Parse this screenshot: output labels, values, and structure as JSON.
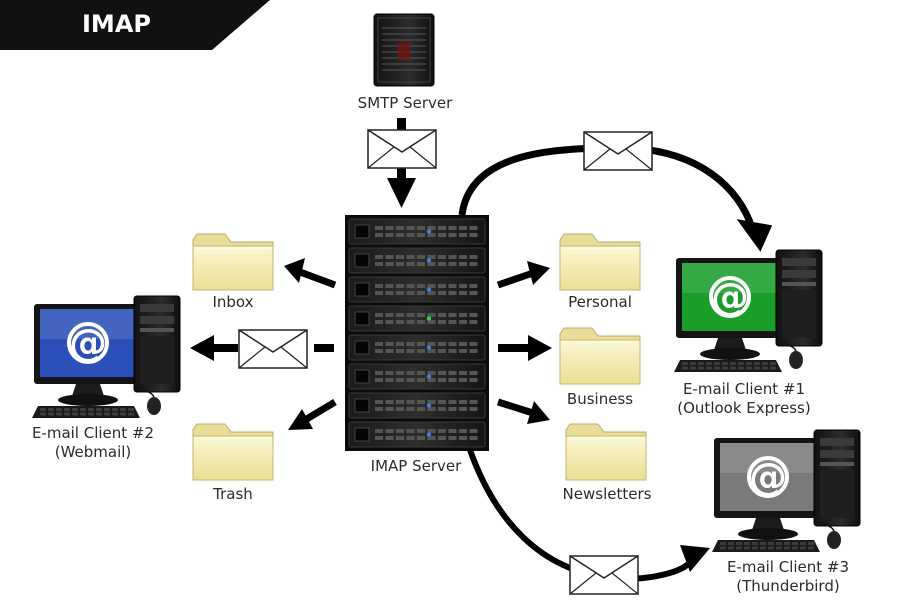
{
  "title": "IMAP",
  "nodes": {
    "smtp_server": "SMTP Server",
    "imap_server": "IMAP Server",
    "client1": {
      "line1": "E-mail Client #1",
      "line2": "(Outlook Express)",
      "screen_color": "#1a9e2a"
    },
    "client2": {
      "line1": "E-mail Client #2",
      "line2": "(Webmail)",
      "screen_color": "#2a4fb8"
    },
    "client3": {
      "line1": "E-mail Client #3",
      "line2": "(Thunderbird)",
      "screen_color": "#7a7a7a"
    }
  },
  "folders": {
    "inbox": "Inbox",
    "trash": "Trash",
    "personal": "Personal",
    "business": "Business",
    "newsletters": "Newsletters"
  },
  "icons": {
    "at_symbol": "@"
  }
}
